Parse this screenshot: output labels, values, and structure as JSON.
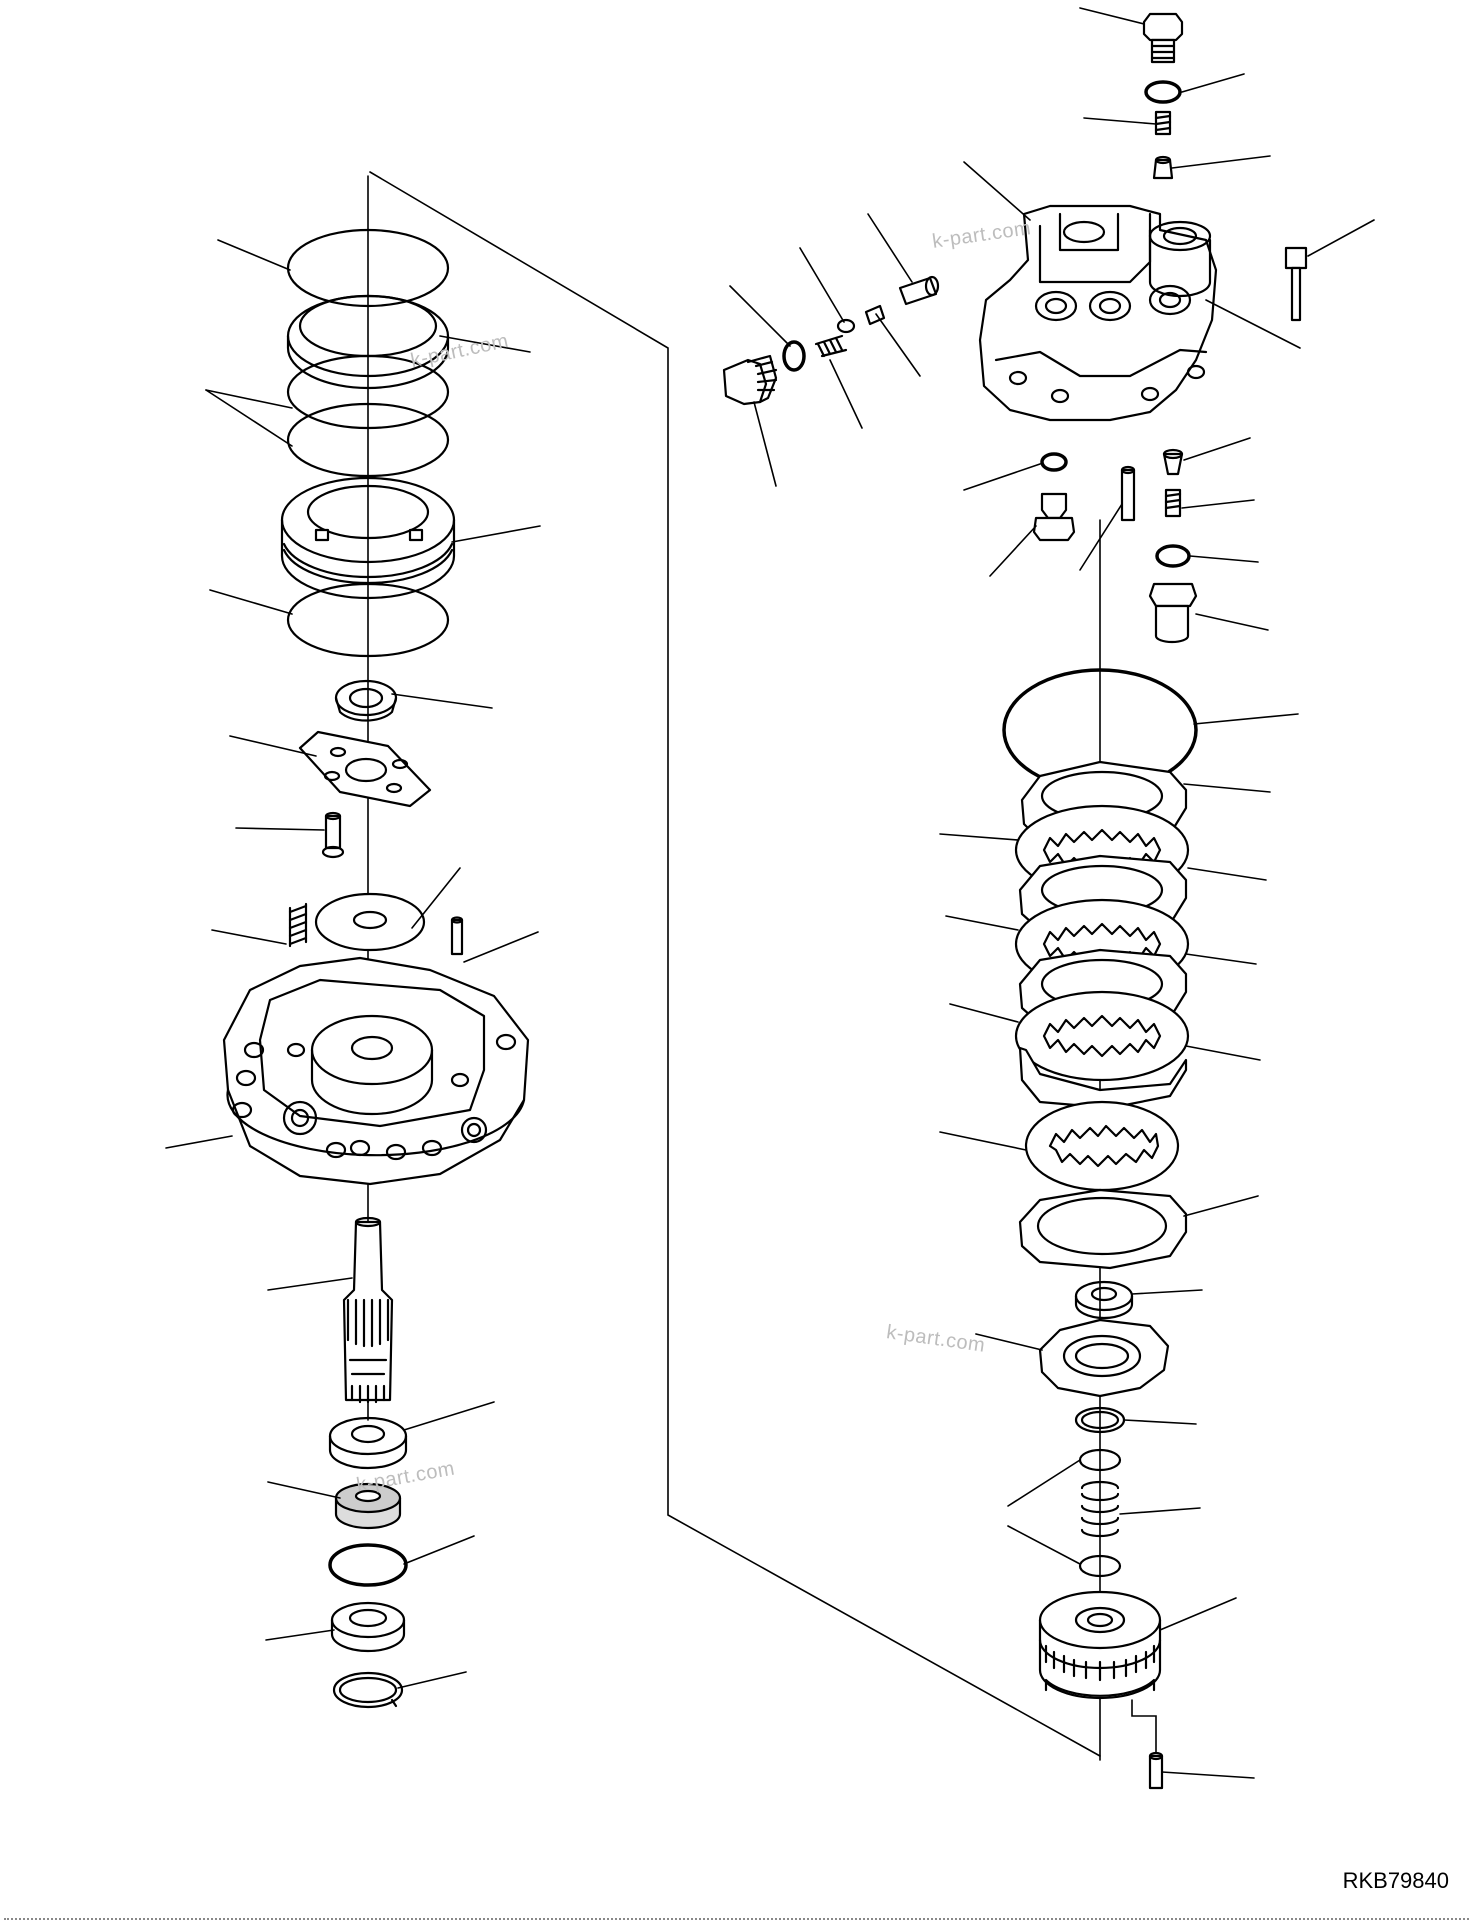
{
  "drawing_code": "RKB79840",
  "watermarks": [
    "k-part.com",
    "k-part.com",
    "k-part.com",
    "k-part.com"
  ],
  "colors": {
    "line": "#000000",
    "watermark": "#bdbdbd",
    "background": "#ffffff"
  }
}
